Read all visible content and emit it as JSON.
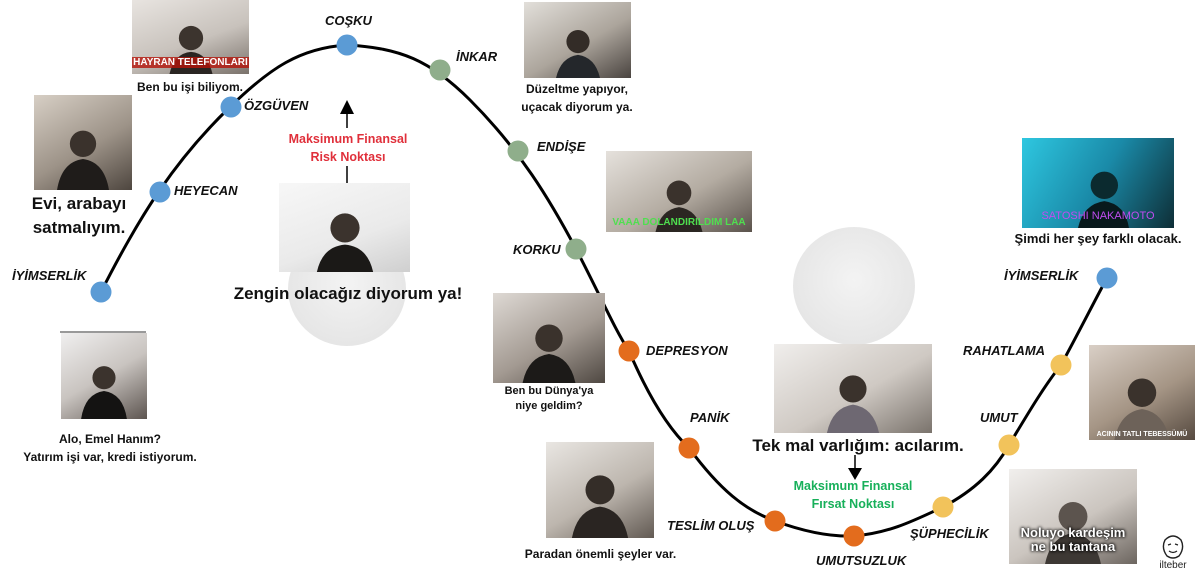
{
  "stages": {
    "optimism_start": "İYİMSERLİK",
    "excitement": "HEYECAN",
    "confidence": "ÖZGÜVEN",
    "euphoria": "COŞKU",
    "denial": "İNKAR",
    "anxiety": "ENDİŞE",
    "fear": "KORKU",
    "depression": "DEPRESYON",
    "panic": "PANİK",
    "capitulation": "TESLİM OLUŞ",
    "despondency": "UMUTSUZLUK",
    "skepticism": "ŞÜPHECİLİK",
    "hope": "UMUT",
    "relief": "RAHATLAMA",
    "optimism_end": "İYİMSERLİK"
  },
  "colors": {
    "blue": "#5b9bd5",
    "green": "#8fae8b",
    "orange": "#e36c1d",
    "yellow": "#f2c35b",
    "risk": "#e0303b",
    "opportunity": "#17b05a",
    "satoshi_overlay": "#c04cf0",
    "vaaa_overlay": "#4fdf4f"
  },
  "captions": {
    "phone_call": "Alo, Emel Hanım?\nYatırım işi var, kredi istiyorum.",
    "sell_house": "Evi, arabayı\nsatmalıyım.",
    "know_business": "Ben bu işi biliyom.",
    "get_rich": "Zengin olacağız diyorum ya!",
    "correction": "Düzeltme yapıyor,\nuçacak diyorum ya.",
    "why_born": "Ben bu Dünya'ya\nniye geldim?",
    "money_not_important": "Paradan önemli şeyler var.",
    "only_asset": "Tek mal varlığım: acılarım.",
    "everything_different": "Şimdi her şey farklı olacak."
  },
  "overlays": {
    "fan_calls": "HAYRAN TELEFONLARI",
    "scammed": "VAAA DOLANDIRILDIM LAA",
    "satoshi": "SATOSHI NAKAMOTO",
    "sweetest_smile": "ACININ TATLI TEBESSÜMÜ",
    "whats_up": "Noluyo kardeşim\nne bu tantana"
  },
  "points": {
    "max_risk": "Maksimum Finansal\nRisk Noktası",
    "max_opportunity": "Maksimum Finansal\nFırsat Noktası"
  },
  "signature": "ilteber"
}
